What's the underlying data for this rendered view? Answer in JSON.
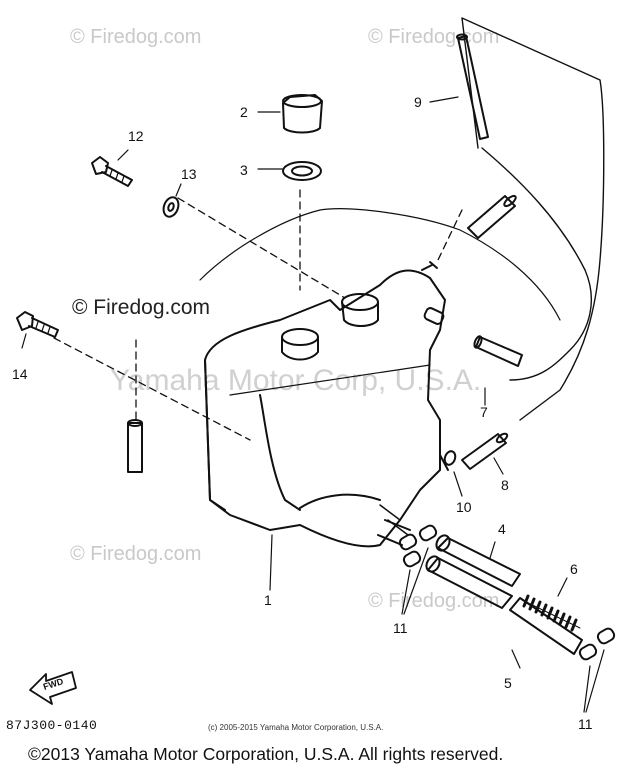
{
  "watermarks": {
    "site": "© Firedog.com",
    "site_bold": "© Firedog.com",
    "manufacturer": "Yamaha Motor Corp, U.S.A."
  },
  "callouts": {
    "c1": "1",
    "c2": "2",
    "c3": "3",
    "c4": "4",
    "c5": "5",
    "c6": "6",
    "c7": "7",
    "c8": "8",
    "c9": "9",
    "c10": "10",
    "c11a": "11",
    "c11b": "11",
    "c12": "12",
    "c13": "13",
    "c14": "14"
  },
  "fwd_label": "FWD",
  "part_code": "87J300-0140",
  "small_copyright": "(c) 2005-2015 Yamaha Motor Corporation, U.S.A.",
  "footer": "©2013 Yamaha Motor Corporation, U.S.A. All rights reserved."
}
